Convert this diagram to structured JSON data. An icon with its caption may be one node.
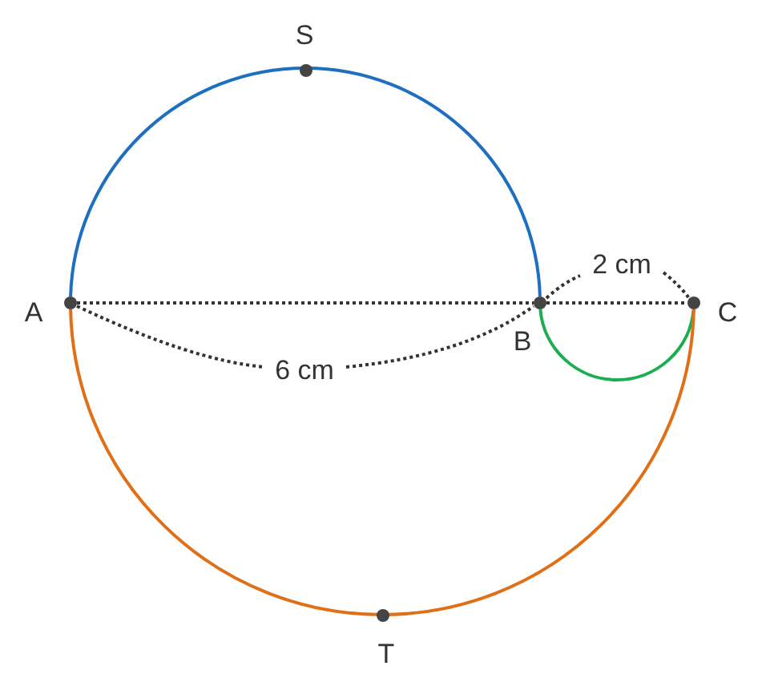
{
  "diagram": {
    "nodes": [
      {
        "text": [],
        "shape": "circle",
        "beside": [
          "A"
        ]
      },
      {
        "text": [],
        "shape": "circle",
        "beside": [
          "S"
        ]
      },
      {
        "text": [],
        "shape": "circle",
        "beside": [
          "B"
        ]
      },
      {
        "text": [],
        "shape": "circle",
        "beside": [
          "C"
        ]
      },
      {
        "text": [],
        "shape": "circle",
        "beside": [
          "T"
        ]
      }
    ],
    "edges": [
      {
        "from": 0,
        "to": 2,
        "arrow": "none",
        "color": "#1f6fc0"
      },
      {
        "from": 2,
        "to": 3,
        "arrow": "none",
        "color": "#1aae50"
      },
      {
        "from": 0,
        "to": 3,
        "arrow": "none",
        "color": "#e07018"
      },
      {
        "from": 0,
        "to": 2,
        "arrow": "none",
        "style": "dashed",
        "color": "#333333"
      },
      {
        "from": 2,
        "to": 3,
        "arrow": "none",
        "style": "dashed",
        "color": "#333333"
      }
    ],
    "labels": [
      "2 cm",
      "6 cm"
    ]
  }
}
